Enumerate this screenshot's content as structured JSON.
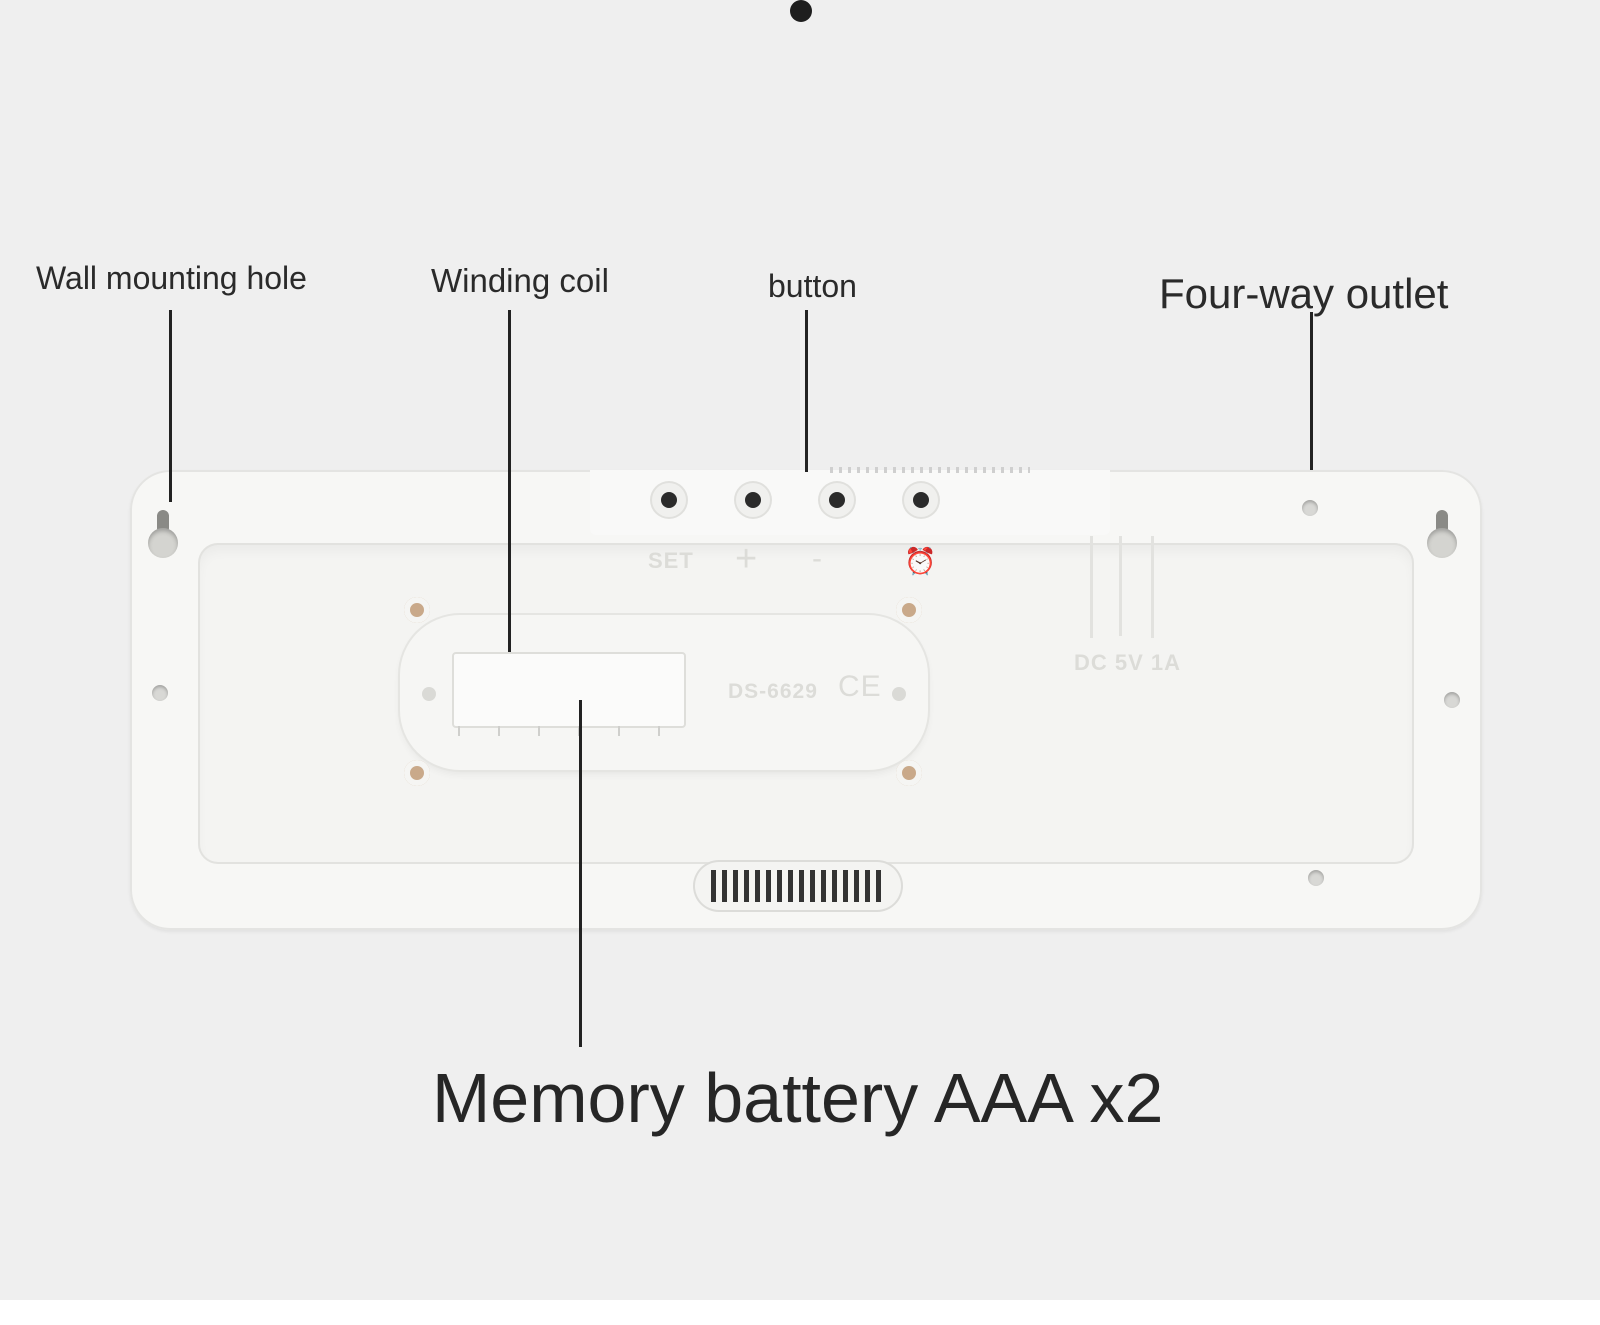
{
  "labels": {
    "wall_mounting_hole": "Wall mounting hole",
    "winding_coil": "Winding coil",
    "button": "button",
    "four_way_outlet": "Four-way outlet",
    "memory_battery": "Memory battery AAA x2"
  },
  "engravings": {
    "set": "SET",
    "plus": "+",
    "minus": "-",
    "bell": "⏰",
    "dc_rating": "DC 5V 1A",
    "model": "DS-6629",
    "ce": "CE"
  },
  "colors": {
    "background": "#efefef",
    "device": "#f7f7f5",
    "text": "#2a2a2a"
  },
  "icons": [
    "keyhole-icon",
    "button-icon",
    "speaker-grille-icon"
  ]
}
